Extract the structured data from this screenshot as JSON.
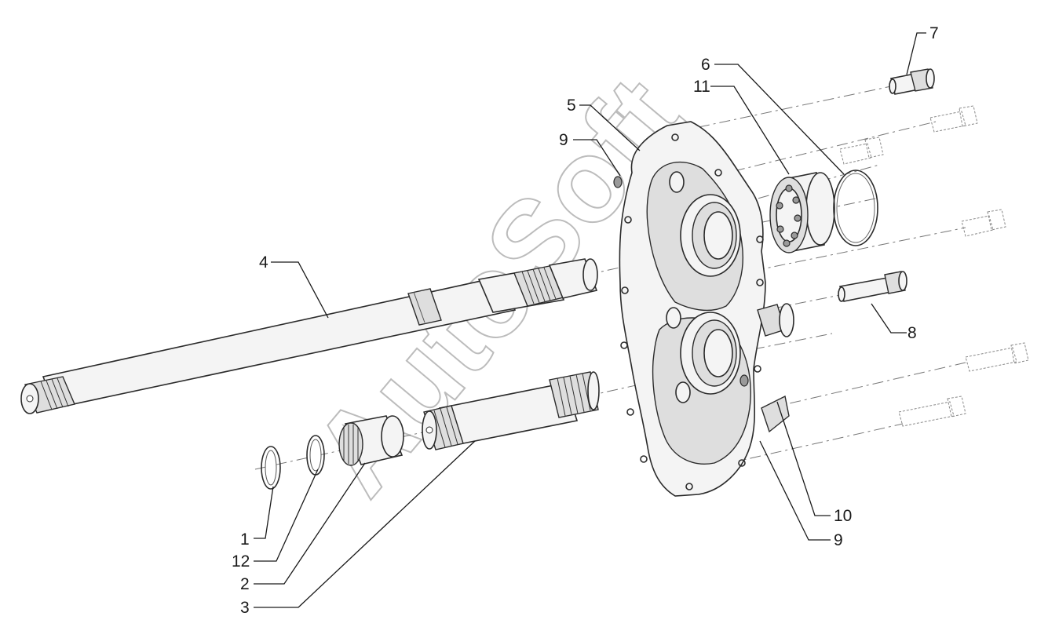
{
  "diagram": {
    "watermark": "AutoSoft",
    "callouts": [
      {
        "id": "1",
        "text": "1"
      },
      {
        "id": "12",
        "text": "12"
      },
      {
        "id": "2",
        "text": "2"
      },
      {
        "id": "3",
        "text": "3"
      },
      {
        "id": "4",
        "text": "4"
      },
      {
        "id": "5",
        "text": "5"
      },
      {
        "id": "9a",
        "text": "9"
      },
      {
        "id": "6",
        "text": "6"
      },
      {
        "id": "11",
        "text": "11"
      },
      {
        "id": "7",
        "text": "7"
      },
      {
        "id": "8",
        "text": "8"
      },
      {
        "id": "10",
        "text": "10"
      },
      {
        "id": "9b",
        "text": "9"
      }
    ]
  }
}
